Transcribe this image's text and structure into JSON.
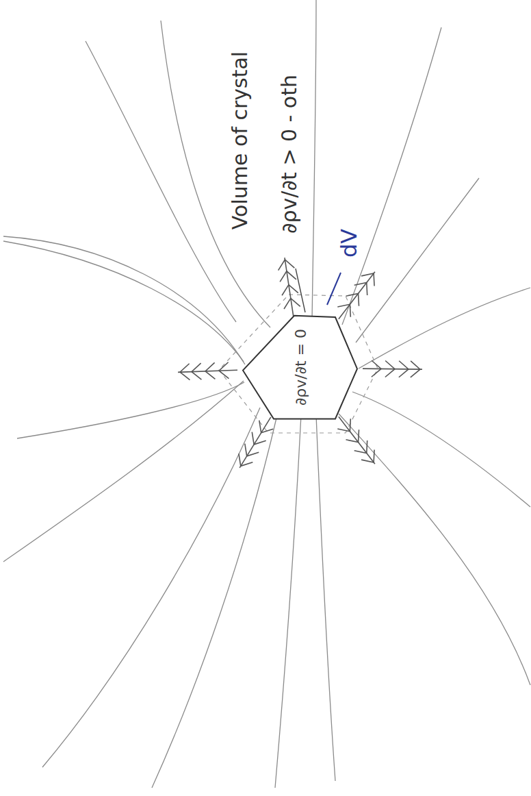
{
  "diagram": {
    "nodes": [
      {
        "text": [
          "∂ρv/∂t = 0"
        ]
      }
    ],
    "edges": [],
    "labels": [
      "Volume of crystal",
      "∂ρv/∂t > 0 - oth",
      "dV"
    ]
  }
}
